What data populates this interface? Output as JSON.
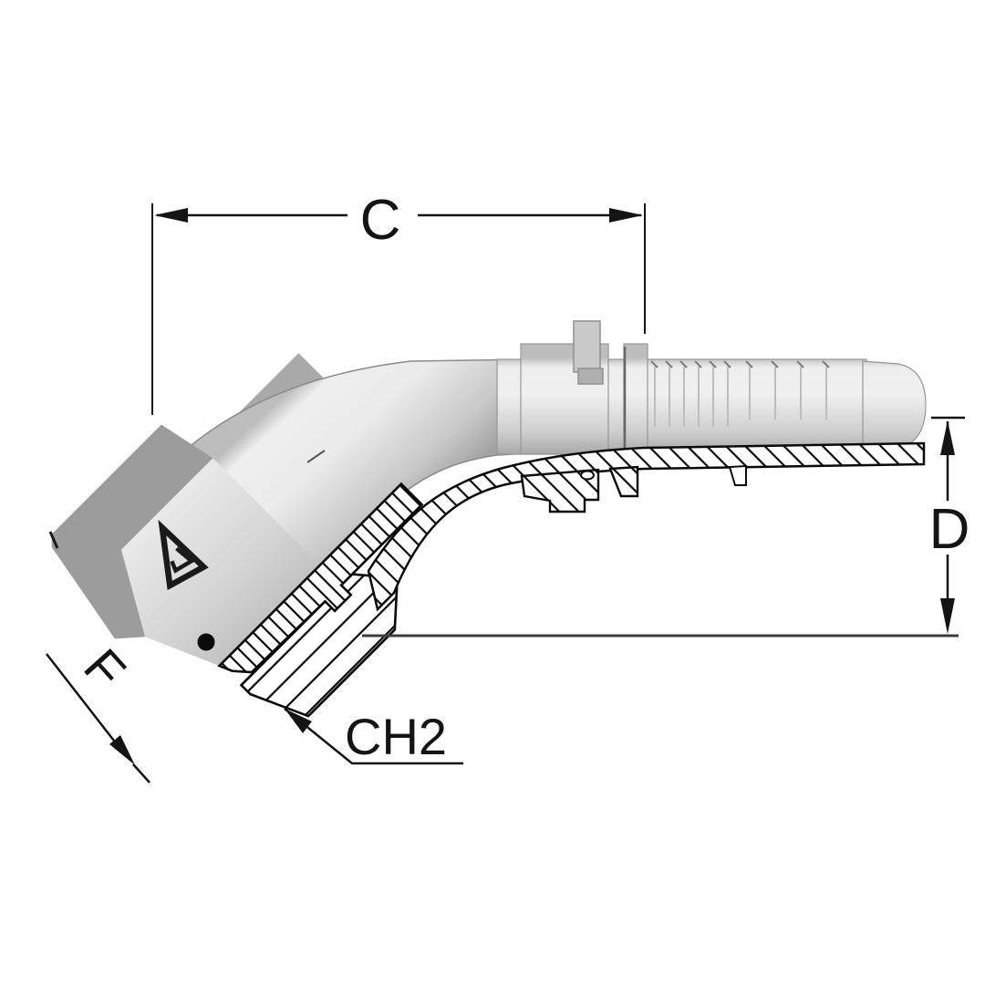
{
  "drawing": {
    "kind": "technical-dimension-diagram",
    "labels": {
      "c": "C",
      "d": "D",
      "f": "F",
      "ch2": "CH2"
    },
    "icons": {
      "nut_face_logo": "triangle-brand-mark"
    },
    "colors": {
      "background": "#ffffff",
      "line": "#141414",
      "section_outline": "#0a0a0a",
      "baseline": "#3d3d3d",
      "metal_highlight": "#f2f2f2",
      "metal_mid": "#dcdcdc",
      "metal_shadow": "#a8a8a8",
      "nut_top_face": "#9c9c9c",
      "nut_front_face": "#d8d8d8",
      "sleeve": "#a9a9a9"
    }
  }
}
